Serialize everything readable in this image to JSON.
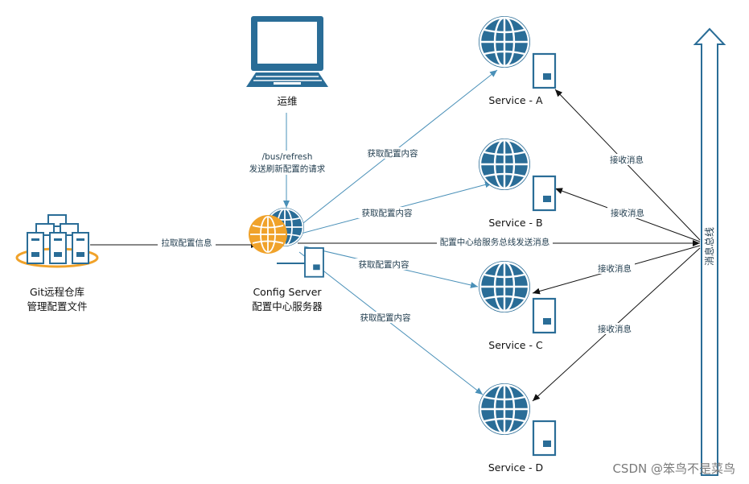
{
  "colors": {
    "node_blue": "#2a6d97",
    "arrow_blue": "#4a90b8",
    "arrow_black": "#222222",
    "orange": "#f0a22a",
    "bus_blue": "#2a6d97"
  },
  "nodes": {
    "git": {
      "line1": "Git远程仓库",
      "line2": "管理配置文件",
      "icon": "server-cluster-icon"
    },
    "ops": {
      "label": "运维",
      "icon": "monitor-icon"
    },
    "config": {
      "line1": "Config Server",
      "line2": "配置中心服务器",
      "icon": "globe-server-icon"
    },
    "service_a": {
      "label": "Service - A",
      "icon": "globe-server-icon"
    },
    "service_b": {
      "label": "Service - B",
      "icon": "globe-server-icon"
    },
    "service_c": {
      "label": "Service - C",
      "icon": "globe-server-icon"
    },
    "service_d": {
      "label": "Service - D",
      "icon": "globe-server-icon"
    },
    "bus": {
      "label": "消息总线",
      "icon": "up-arrow-icon"
    }
  },
  "edges": {
    "git_to_config": "拉取配置信息",
    "refresh_line1": "/bus/refresh",
    "refresh_line2": "发送刷新配置的请求",
    "fetch_a": "获取配置内容",
    "fetch_b": "获取配置内容",
    "fetch_c": "获取配置内容",
    "fetch_d": "获取配置内容",
    "config_to_bus": "配置中心给服务总线发送消息",
    "recv_a": "接收消息",
    "recv_b": "接收消息",
    "recv_c": "接收消息",
    "recv_d": "接收消息"
  },
  "watermark": "CSDN @笨鸟不是菜鸟"
}
